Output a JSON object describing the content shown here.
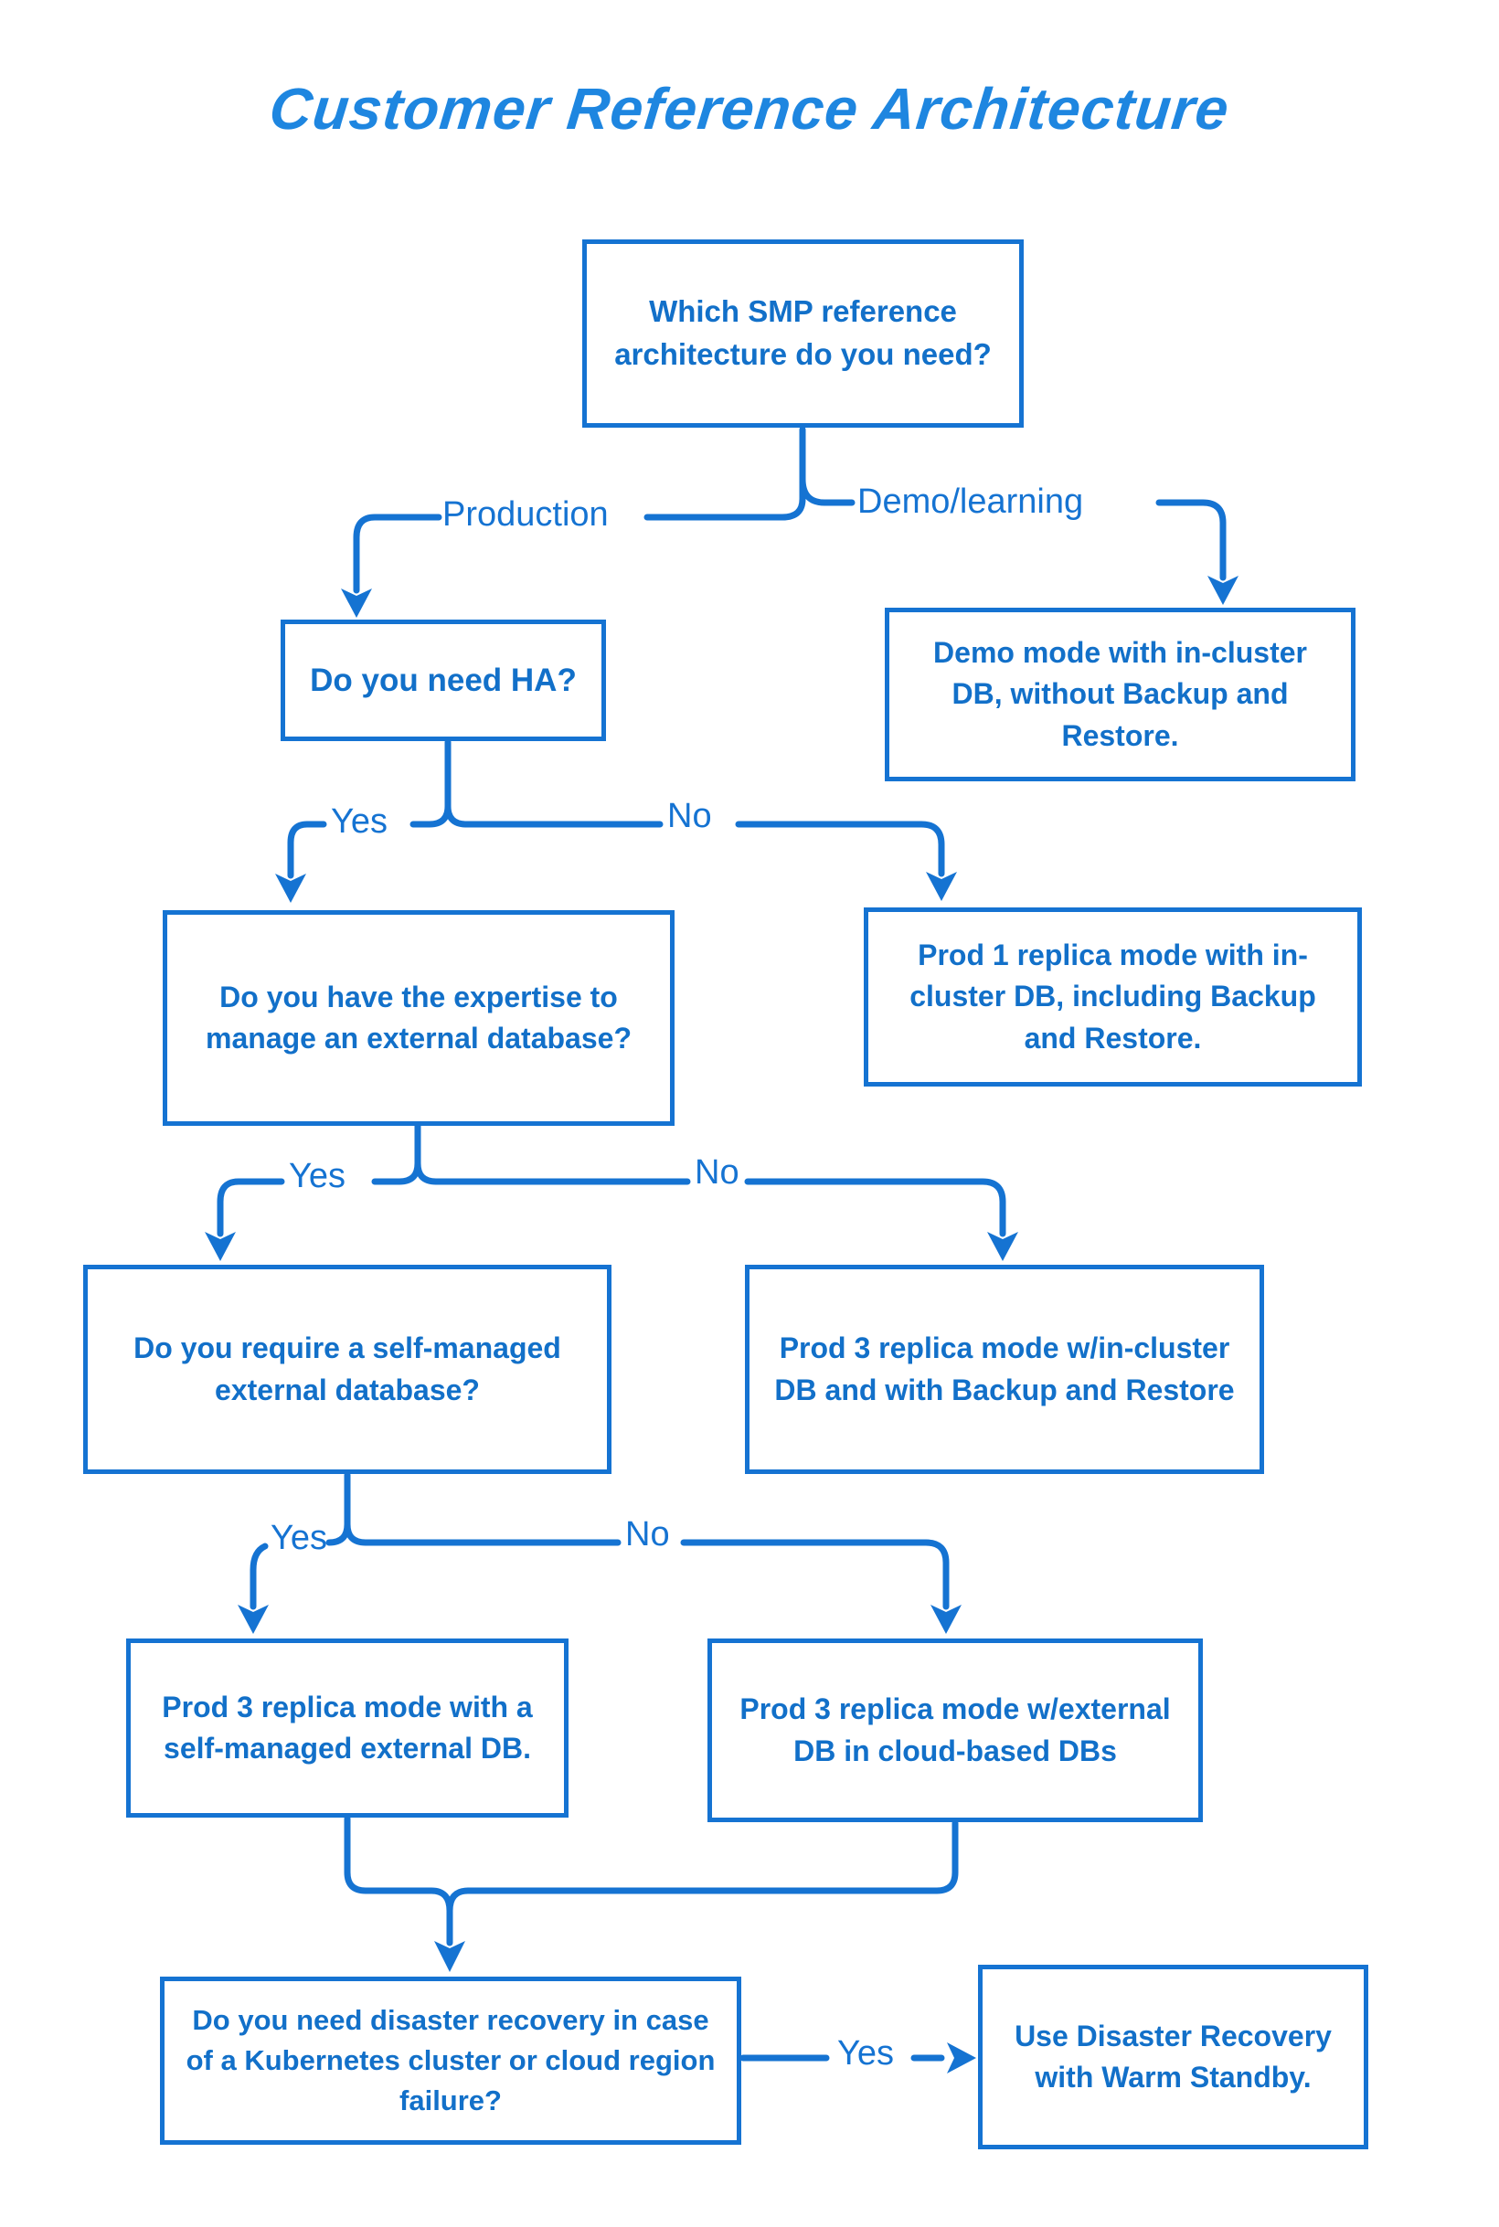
{
  "title": "Customer Reference Architecture",
  "colors": {
    "accent_line": "#1573d2",
    "node_text": "#1270c9",
    "title_text": "#1e86e0",
    "background": "#ffffff"
  },
  "nodes": [
    {
      "id": "q-architecture",
      "text": "Which SMP reference architecture do you need?"
    },
    {
      "id": "demo-mode",
      "text": "Demo mode with in-cluster DB, without Backup and Restore."
    },
    {
      "id": "q-ha",
      "text": "Do you need HA?"
    },
    {
      "id": "prod-1-replica",
      "text": "Prod 1 replica mode with in-cluster DB, including Backup and Restore."
    },
    {
      "id": "q-expertise",
      "text": "Do you have the expertise to manage an external database?"
    },
    {
      "id": "q-self-managed",
      "text": "Do you require a self-managed external database?"
    },
    {
      "id": "prod-3-incluster",
      "text": "Prod 3 replica mode w/in-cluster DB and with Backup and Restore"
    },
    {
      "id": "prod-3-selfmanaged",
      "text": "Prod 3 replica mode with a self-managed external DB."
    },
    {
      "id": "prod-3-cloud",
      "text": "Prod 3 replica mode w/external DB in cloud-based DBs"
    },
    {
      "id": "q-disaster-recovery",
      "text": "Do you need disaster recovery in case of a Kubernetes cluster or cloud region failure?"
    },
    {
      "id": "warm-standby",
      "text": "Use Disaster Recovery with Warm Standby."
    }
  ],
  "labels": {
    "production": "Production",
    "demo_learning": "Demo/learning",
    "yes": "Yes",
    "no": "No"
  }
}
